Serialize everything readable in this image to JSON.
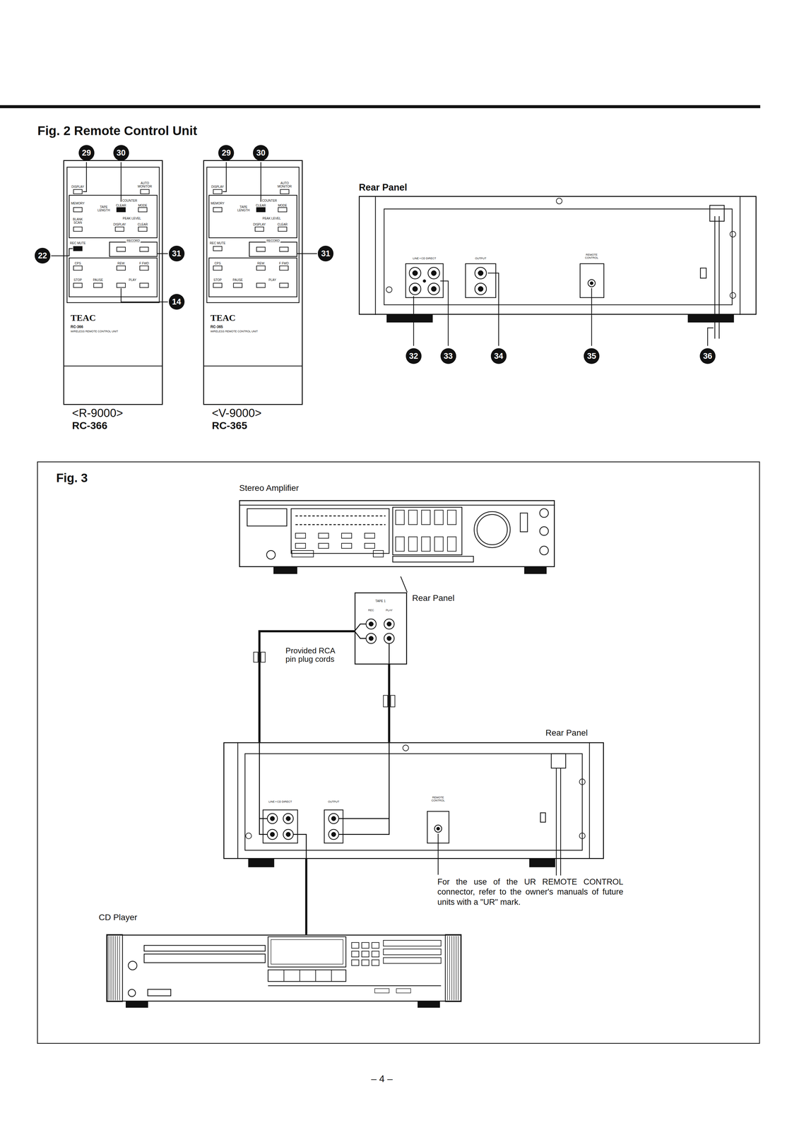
{
  "diagram": {
    "nodes": [
      {
        "text": [
          "<R-9000>",
          "RC-366"
        ]
      },
      {
        "text": [
          "<V-9000>",
          "RC-365"
        ]
      },
      {
        "text": [
          "Rear Panel"
        ]
      },
      {
        "text": [
          "Stereo Amplifier"
        ]
      },
      {
        "text": [
          "Rear Panel"
        ]
      },
      {
        "text": [
          "Rear Panel"
        ]
      },
      {
        "text": [
          "CD Player"
        ]
      }
    ],
    "edges": [
      {
        "from": 4,
        "to": 5,
        "arrow": "none",
        "label": "Provided RCA pin plug cords"
      },
      {
        "from": 4,
        "to": 5,
        "arrow": "none"
      },
      {
        "from": 5,
        "to": 6,
        "arrow": "none"
      }
    ],
    "labels": [
      "Fig. 2 Remote Control Unit",
      "29",
      "30",
      "29",
      "30",
      "22",
      "31",
      "14",
      "31",
      "DISPLAY",
      "AUTO MONITOR",
      "MEMORY",
      "COUNTER",
      "TAPE LENGTH",
      "CLEAR",
      "MODE",
      "BLANK SCAN",
      "PEAK LEVEL",
      "DISPLAY",
      "CLEAR",
      "REC MUTE",
      "RECORD",
      "CPS",
      "REW",
      "F FWD",
      "STOP",
      "PAUSE",
      "PLAY",
      "TEAC",
      "RC-366",
      "WIRELESS REMOTE CONTROL UNIT",
      "DISPLAY",
      "AUTO MONITOR",
      "MEMORY",
      "COUNTER",
      "TAPE LENGTH",
      "CLEAR",
      "MODE",
      "PEAK LEVEL",
      "DISPLAY",
      "CLEAR",
      "REC MUTE",
      "RECORD",
      "CPS",
      "REW",
      "F FWD",
      "STOP",
      "PAUSE",
      "PLAY",
      "TEAC",
      "RC-365",
      "WIRELESS REMOTE CONTROL UNIT",
      "LINE • CD DIRECT",
      "OUTPUT",
      "REMOTE CONTROL",
      "32",
      "33",
      "34",
      "35",
      "36",
      "Fig. 3",
      "TAPE 1",
      "REC",
      "PLAY",
      "LINE • CD DIRECT",
      "OUTPUT",
      "REMOTE CONTROL",
      "For the use of the UR REMOTE CONTROL connector, refer to the owner's manuals of future units with a \"UR\" mark.",
      "– 4 –"
    ]
  }
}
